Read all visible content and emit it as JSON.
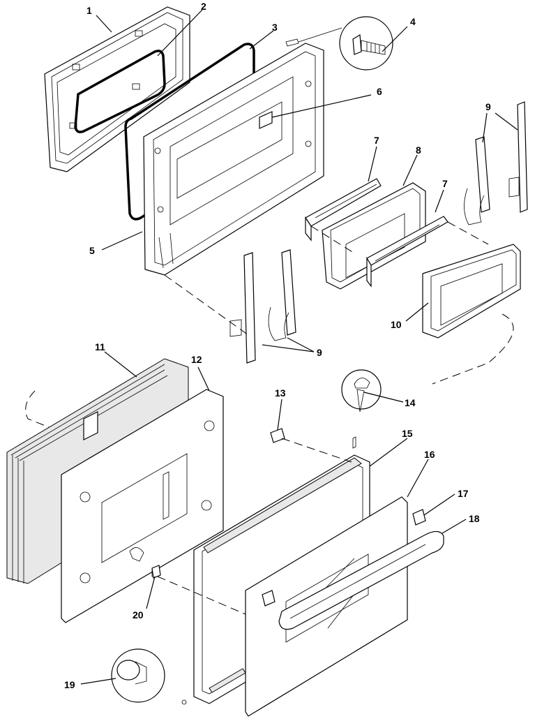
{
  "diagram": {
    "callouts": [
      "1",
      "2",
      "3",
      "4",
      "5",
      "6",
      "7",
      "8",
      "7",
      "9",
      "9",
      "10",
      "11",
      "12",
      "13",
      "14",
      "15",
      "16",
      "17",
      "18",
      "19",
      "20"
    ]
  }
}
